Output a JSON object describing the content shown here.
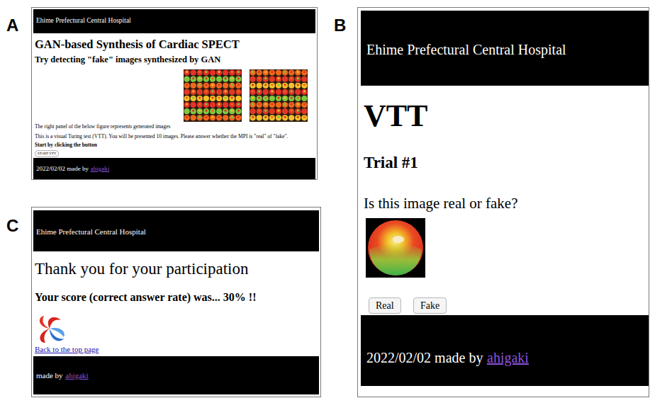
{
  "diagram": {
    "nodes": [
      {
        "text": [
          "GAN-based Synthesis of Cardiac SPECT",
          "Try detecting \"fake\" images synthesized by GAN",
          "The right panel of the below figure represents generated images",
          "This is a visual Turing test (VTT). You will be presented 10 images. Please answer whether the MPI is \"real\" of \"fake\".",
          "Start by clicking the button"
        ]
      },
      {
        "text": [
          "Ehime Prefectural Central Hospital"
        ],
        "in": 0
      },
      {
        "text": [
          "START VTT"
        ],
        "in": 0
      },
      {
        "text": [
          "2022/02/02 made by",
          "ahigaki"
        ],
        "in": 0
      },
      {
        "text": [
          "VTT",
          "Trial #1",
          "Is this image real or fake?"
        ]
      },
      {
        "text": [
          "Ehime Prefectural Central Hospital"
        ],
        "in": 4
      },
      {
        "text": [
          "Real"
        ],
        "in": 4
      },
      {
        "text": [
          "Fake"
        ],
        "in": 4
      },
      {
        "text": [
          "2022/02/02 made by",
          "ahigaki"
        ],
        "in": 4
      },
      {
        "text": [
          "Thank you for your participation",
          "Your score (correct answer rate) was... 30% !!",
          "Back to the top page"
        ]
      },
      {
        "text": [
          "Ehime Prefectural Central Hospital"
        ],
        "in": 9
      },
      {
        "text": [
          "made by",
          "ahigaki"
        ],
        "in": 9
      }
    ],
    "labels": [
      "A",
      "B",
      "C"
    ]
  }
}
